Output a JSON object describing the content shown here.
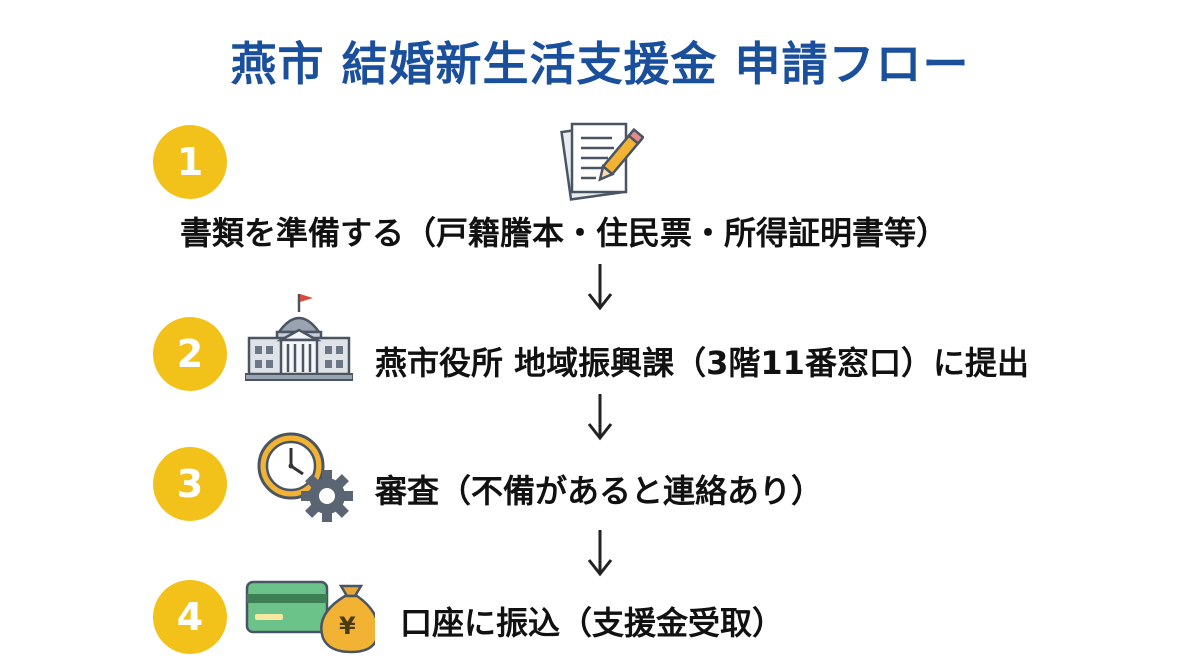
{
  "title": "燕市 結婚新生活支援金 申請フロー",
  "steps": [
    {
      "number": "1",
      "text": "書類を準備する（戸籍謄本・住民票・所得証明書等）",
      "icon": "document-pencil-icon"
    },
    {
      "number": "2",
      "text": "燕市役所 地域振興課（3階11番窓口）に提出",
      "icon": "city-hall-icon"
    },
    {
      "number": "3",
      "text": "審査（不備があると連絡あり）",
      "icon": "clock-gear-icon"
    },
    {
      "number": "4",
      "text": "口座に振込（支援金受取）",
      "icon": "card-money-bag-icon"
    }
  ],
  "money_bag_symbol": "¥",
  "colors": {
    "title": "#1a4f9c",
    "badge": "#f2c21b",
    "text": "#111111",
    "arrow": "#222222"
  }
}
